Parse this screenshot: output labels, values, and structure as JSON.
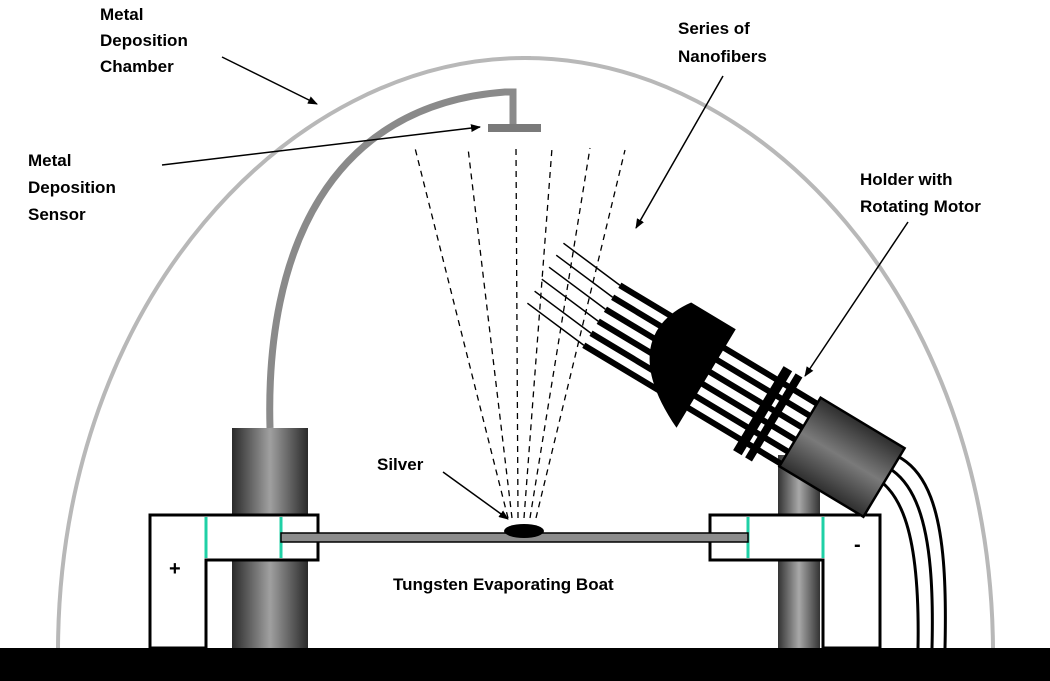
{
  "labels": {
    "chamber": [
      "Metal",
      "Deposition",
      "Chamber"
    ],
    "sensor": [
      "Metal",
      "Deposition",
      "Sensor"
    ],
    "nanofibers": [
      "Series of",
      "Nanofibers"
    ],
    "holder": [
      "Holder with",
      "Rotating Motor"
    ],
    "silver": "Silver",
    "boat": "Tungsten Evaporating Boat",
    "plus": "+",
    "minus": "-"
  },
  "colors": {
    "dome": "#b8b8b8",
    "tube": "#8a8a8a",
    "post_dark": "#2e2e2e",
    "post_light": "#9a9a9a",
    "boat": "#8c8c8c",
    "insulator": "#1fd0a6",
    "base": "#000000"
  }
}
